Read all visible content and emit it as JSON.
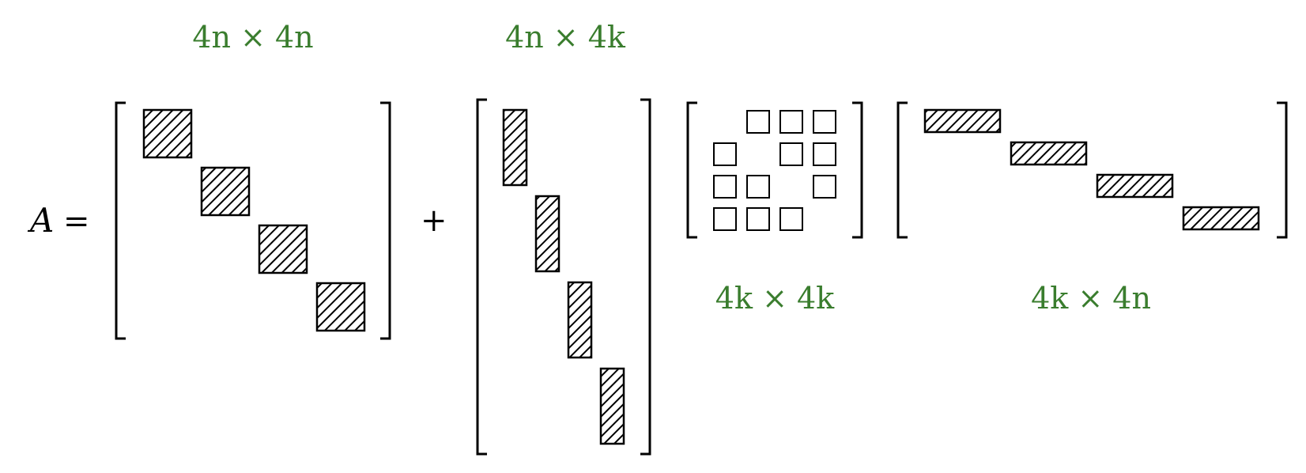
{
  "colors": {
    "ink": "#000000",
    "label": "#3a7d2e",
    "background": "#ffffff"
  },
  "equation": {
    "lhs": "A",
    "equals": "=",
    "plus": "+"
  },
  "labels": {
    "block_diagonal": "4n × 4n",
    "left_factor": "4n × 4k",
    "middle_factor": "4k × 4k",
    "right_factor": "4k × 4n"
  },
  "structure": {
    "block_count": 4,
    "middle_pattern": [
      [
        0,
        1,
        1,
        1
      ],
      [
        1,
        0,
        1,
        1
      ],
      [
        1,
        1,
        0,
        1
      ],
      [
        1,
        1,
        1,
        0
      ]
    ]
  }
}
